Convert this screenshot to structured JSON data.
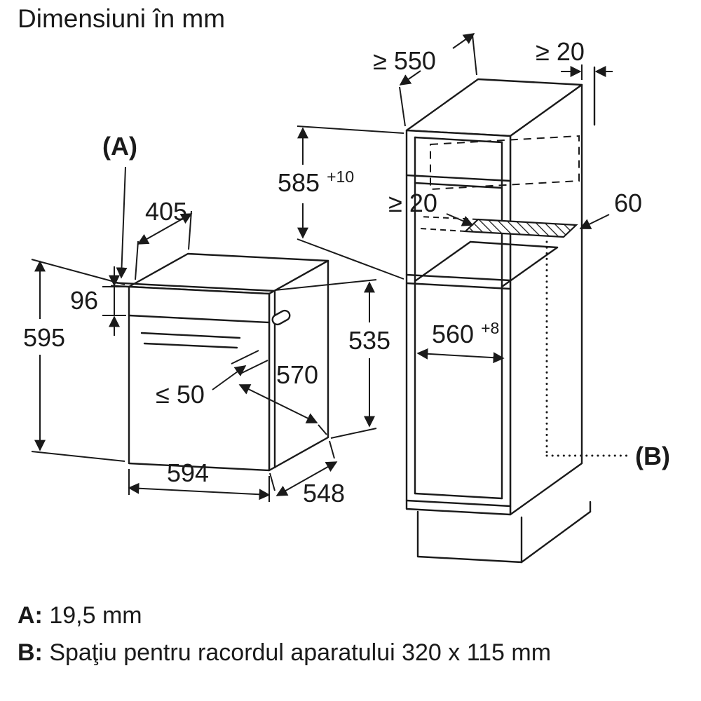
{
  "title": "Dimensiuni în mm",
  "colors": {
    "line": "#1a1a1a",
    "background": "#ffffff"
  },
  "oven": {
    "marker_a": "(A)",
    "dims": {
      "top_depth": "405",
      "panel_height": "96",
      "height": "595",
      "handle_projection": "≤ 50",
      "depth_no_door": "570",
      "side_height": "535",
      "width": "594",
      "bottom_depth": "548"
    }
  },
  "cabinet": {
    "marker_b": "(B)",
    "dims": {
      "min_depth": "≥ 550",
      "top_rear_gap": "≥ 20",
      "niche_height": "585",
      "niche_height_tolerance": "+10",
      "rear_vent_gap": "≥ 20",
      "vent_strip_depth": "60",
      "niche_depth": "560",
      "niche_depth_tolerance": "+8"
    }
  },
  "legend": {
    "a_key": "A:",
    "a_value": "19,5 mm",
    "b_key": "B:",
    "b_value": "Spaţiu pentru racordul aparatului 320 x 115 mm"
  }
}
